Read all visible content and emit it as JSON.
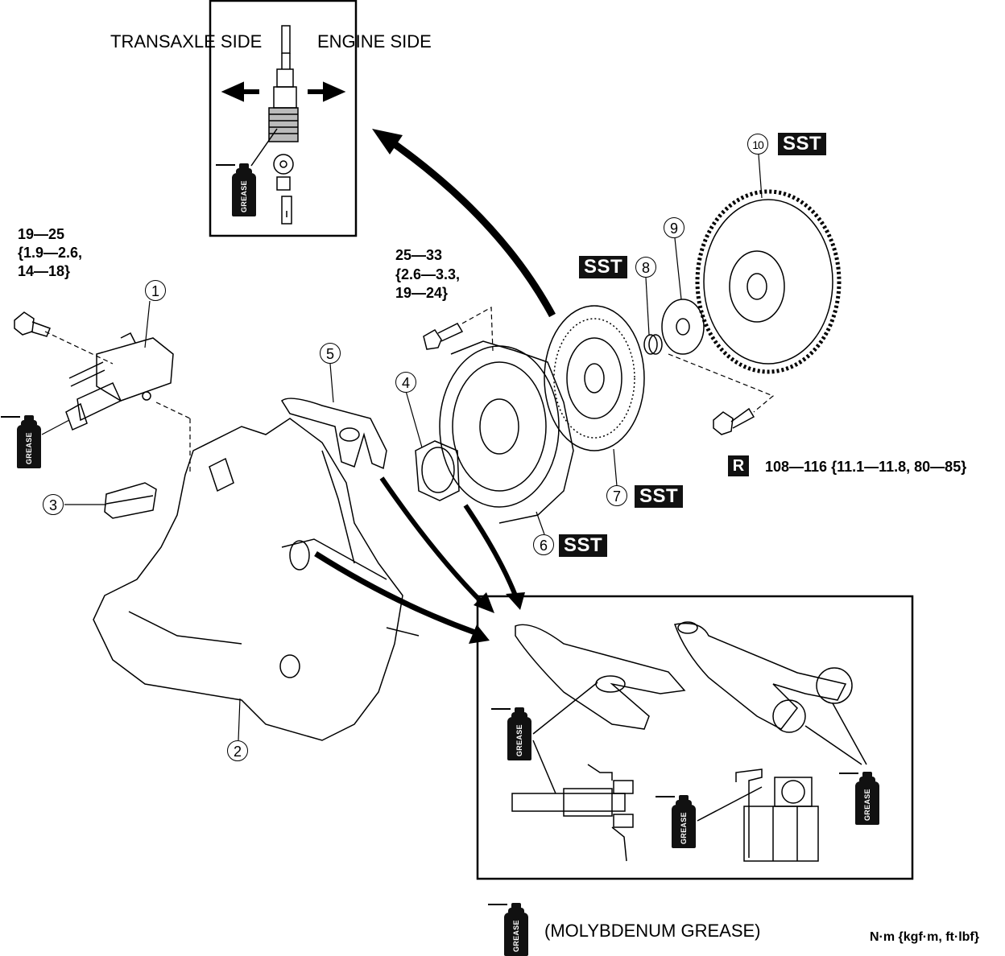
{
  "labels": {
    "transaxle_side": "TRANSAXLE SIDE",
    "engine_side": "ENGINE SIDE",
    "legend_text": "(MOLYBDENUM GREASE)",
    "unit_note": "N·m {kgf·m,  ft·lbf}",
    "grease_label": "GREASE",
    "sst_label": "SST",
    "r_label": "R"
  },
  "torque": {
    "t1": [
      "19—25",
      "{1.9—2.6,",
      "14—18}"
    ],
    "t2": [
      "25—33",
      "{2.6—3.3,",
      "19—24}"
    ],
    "t3": "108—116 {11.1—11.8, 80—85}"
  },
  "callouts": [
    "1",
    "2",
    "3",
    "4",
    "5",
    "6",
    "7",
    "8",
    "9",
    "10"
  ]
}
